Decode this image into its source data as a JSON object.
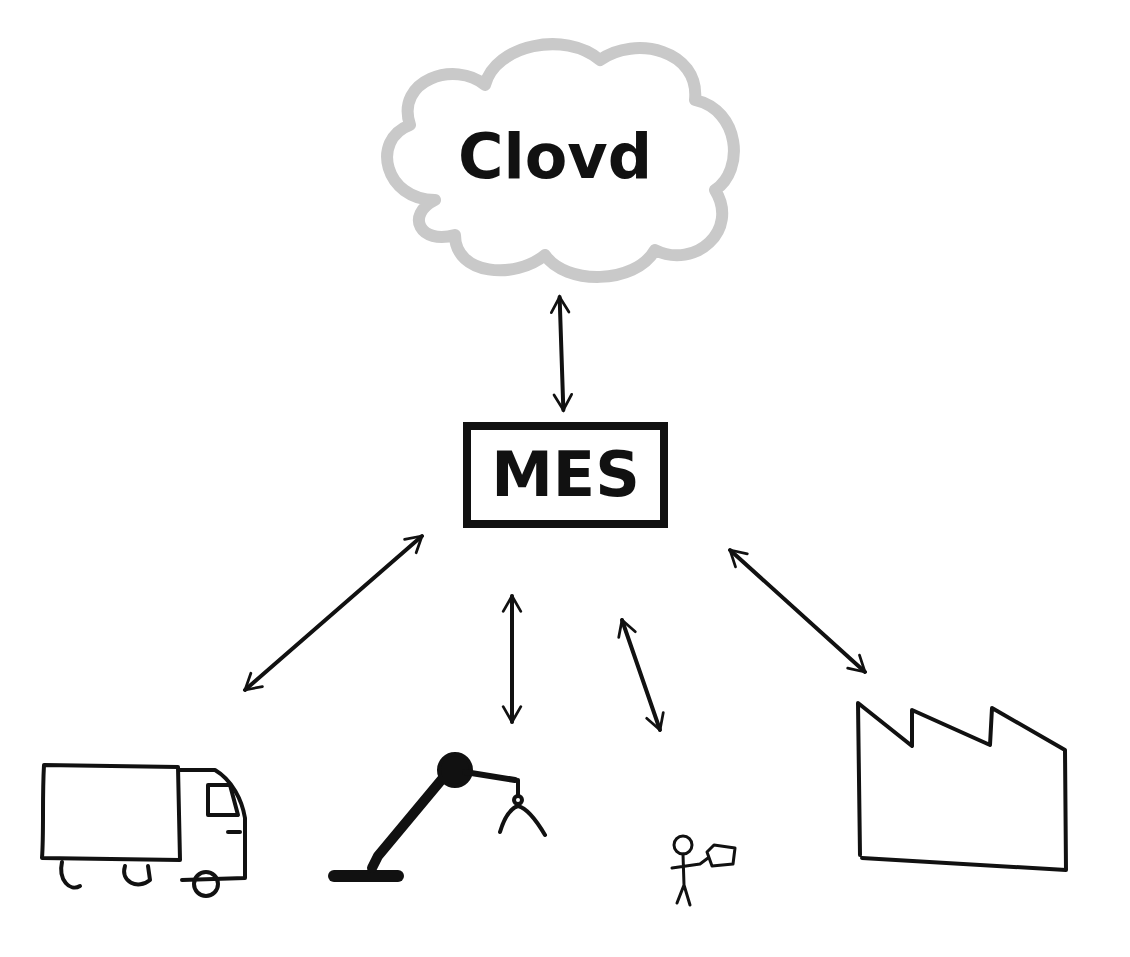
{
  "diagram": {
    "nodes": [
      {
        "text": [
          "Clovd"
        ]
      },
      {
        "text": [
          "MES"
        ]
      }
    ],
    "edges": [
      {
        "from": 0,
        "to": 1,
        "arrow": "both"
      }
    ]
  }
}
